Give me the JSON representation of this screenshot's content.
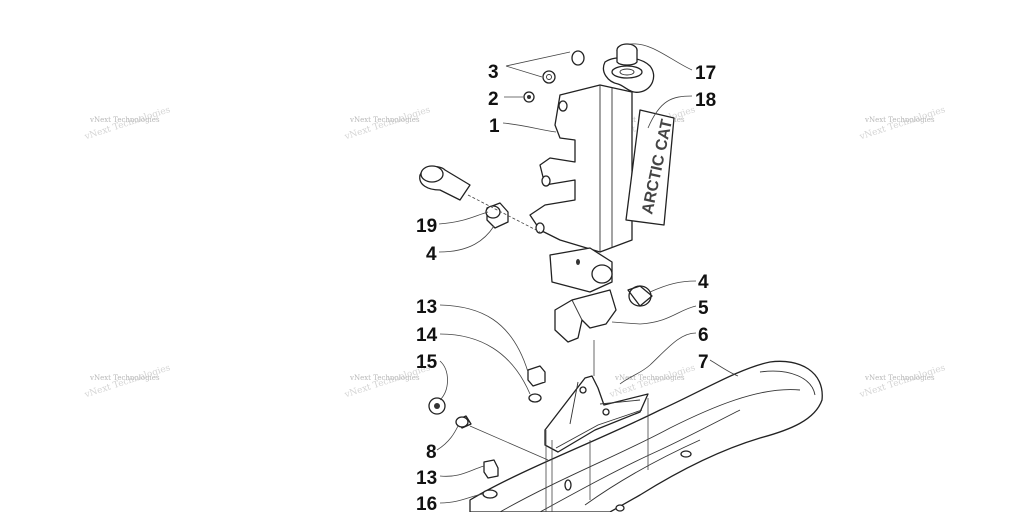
{
  "callouts": [
    {
      "label": "3"
    },
    {
      "label": "2"
    },
    {
      "label": "1"
    },
    {
      "label": "17"
    },
    {
      "label": "18"
    },
    {
      "label": "19"
    },
    {
      "label": "4"
    },
    {
      "label": "4"
    },
    {
      "label": "5"
    },
    {
      "label": "6"
    },
    {
      "label": "7"
    },
    {
      "label": "13"
    },
    {
      "label": "14"
    },
    {
      "label": "15"
    },
    {
      "label": "8"
    },
    {
      "label": "13"
    },
    {
      "label": "16"
    }
  ],
  "watermark": {
    "line1": "vNext Technologies",
    "line2": "vNext Technologies"
  },
  "decal_text": "ARCTIC CAT"
}
